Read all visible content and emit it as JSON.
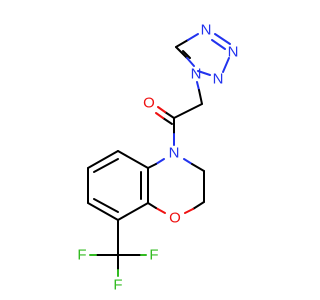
{
  "atom_colors": {
    "N": "#2233ee",
    "O": "#ee1111",
    "F": "#33bb22"
  },
  "atom_labels": {
    "tetrazole_n1": "N",
    "tetrazole_n2": "N",
    "tetrazole_n3": "N",
    "tetrazole_n4": "N",
    "carbonyl_o": "O",
    "amide_n": "N",
    "ring_o": "O",
    "f_top": "F",
    "f_left": "F",
    "f_bottom": "F"
  }
}
